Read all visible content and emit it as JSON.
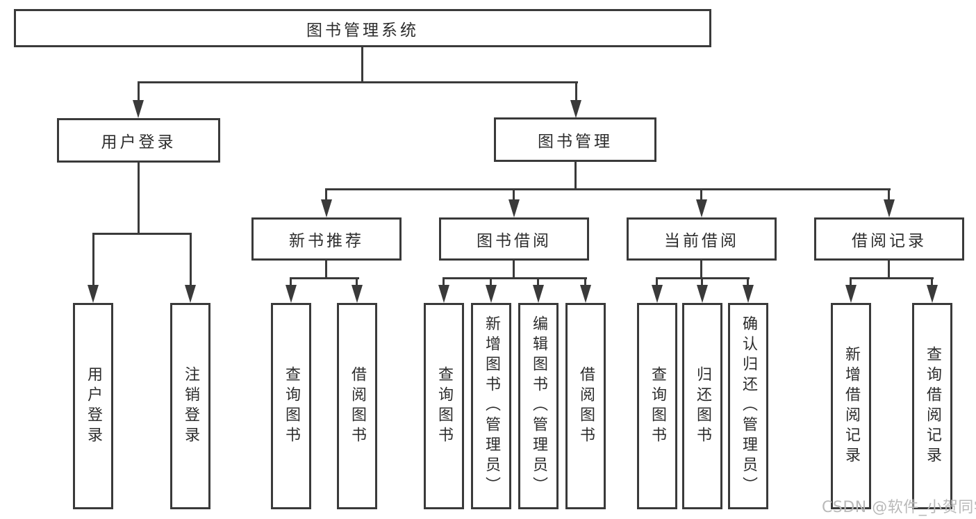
{
  "diagram": {
    "title": "图书管理系统",
    "watermark": "CSDN @软件_小贺同学",
    "colors": {
      "line": "#3a3a3a",
      "box_border": "#3a3a3a",
      "text": "#2d2d2d",
      "watermark": "#b9b9b9",
      "background": "#ffffff"
    },
    "branches": [
      {
        "label": "用户登录",
        "children": [
          {
            "label": "用户登录"
          },
          {
            "label": "注销登录"
          }
        ]
      },
      {
        "label": "图书管理",
        "children": [
          {
            "label": "新书推荐",
            "children": [
              {
                "label": "查询图书"
              },
              {
                "label": "借阅图书"
              }
            ]
          },
          {
            "label": "图书借阅",
            "children": [
              {
                "label": "查询图书"
              },
              {
                "label": "新增图书（管理员）"
              },
              {
                "label": "编辑图书（管理员）"
              },
              {
                "label": "借阅图书"
              }
            ]
          },
          {
            "label": "当前借阅",
            "children": [
              {
                "label": "查询图书"
              },
              {
                "label": "归还图书"
              },
              {
                "label": "确认归还（管理员）"
              }
            ]
          },
          {
            "label": "借阅记录",
            "children": [
              {
                "label": "新增借阅记录"
              },
              {
                "label": "查询借阅记录"
              }
            ]
          }
        ]
      }
    ]
  }
}
